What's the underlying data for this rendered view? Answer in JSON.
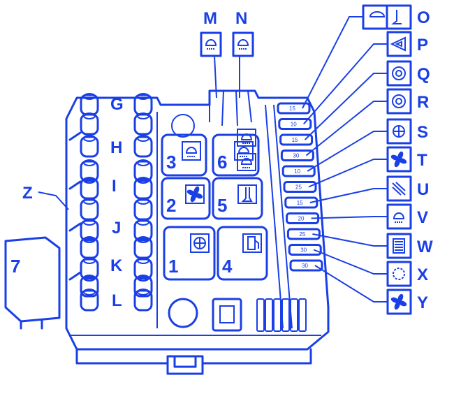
{
  "title": "Fuse box diagram",
  "color": "#1a3fe6",
  "relays": [
    {
      "label": "1",
      "icon": "wiper-icon"
    },
    {
      "label": "2",
      "icon": "fan-icon"
    },
    {
      "label": "3",
      "icon": "headlamp-icon"
    },
    {
      "label": "4",
      "icon": "fuel-pump-icon"
    },
    {
      "label": "5",
      "icon": "horn-icon"
    },
    {
      "label": "6",
      "icon": "headlamp-icon"
    },
    {
      "label": "7",
      "icon": "relay-icon"
    }
  ],
  "top_labels": [
    {
      "label": "M",
      "icon": "high-beam-icon"
    },
    {
      "label": "N",
      "icon": "high-beam-icon"
    }
  ],
  "left_labels": [
    "G",
    "H",
    "I",
    "J",
    "K",
    "L",
    "Z"
  ],
  "right_labels": [
    {
      "label": "O",
      "icon": "wiper-horn-icon"
    },
    {
      "label": "P",
      "icon": "hazard-icon"
    },
    {
      "label": "Q",
      "icon": "light-icon"
    },
    {
      "label": "R",
      "icon": "light-icon"
    },
    {
      "label": "S",
      "icon": "rear-defrost-icon"
    },
    {
      "label": "T",
      "icon": "fan-icon"
    },
    {
      "label": "U",
      "icon": "washer-icon"
    },
    {
      "label": "V",
      "icon": "lamp-icon"
    },
    {
      "label": "W",
      "icon": "heated-window-icon"
    },
    {
      "label": "X",
      "icon": "gear-icon"
    },
    {
      "label": "Y",
      "icon": "fan-icon"
    }
  ],
  "fuse_ratings": [
    "15",
    "10",
    "15",
    "30",
    "10",
    "25",
    "15",
    "20",
    "25",
    "30",
    "30"
  ]
}
